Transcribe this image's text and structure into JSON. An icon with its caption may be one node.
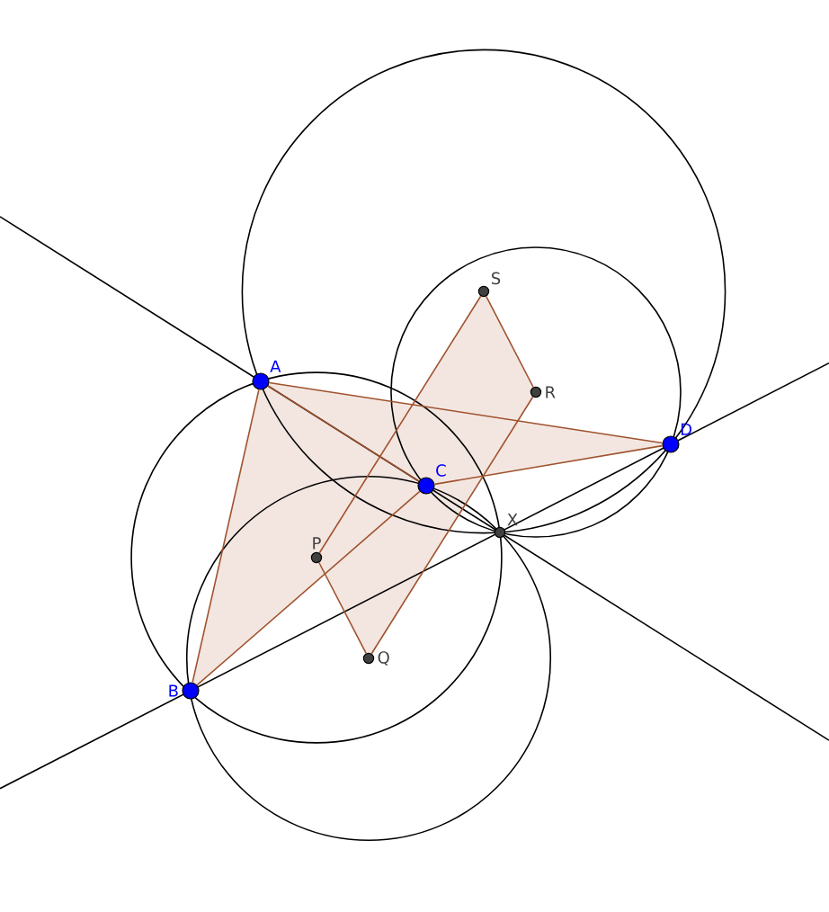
{
  "diagram": {
    "nodes": [
      {
        "text": [
          "S"
        ]
      },
      {
        "text": [
          "R"
        ]
      },
      {
        "text": [
          "A"
        ]
      },
      {
        "text": [
          "D"
        ]
      },
      {
        "text": [
          "C"
        ]
      },
      {
        "text": [
          "X"
        ]
      },
      {
        "text": [
          "P"
        ]
      },
      {
        "text": [
          "Q"
        ]
      },
      {
        "text": [
          "B"
        ]
      }
    ],
    "edges": [
      {
        "from": 2,
        "to": 8,
        "arrow": "none"
      },
      {
        "from": 8,
        "to": 4,
        "arrow": "none"
      },
      {
        "from": 4,
        "to": 2,
        "arrow": "none"
      },
      {
        "from": 2,
        "to": 3,
        "arrow": "none"
      },
      {
        "from": 3,
        "to": 4,
        "arrow": "none"
      },
      {
        "from": 6,
        "to": 0,
        "arrow": "none"
      },
      {
        "from": 0,
        "to": 1,
        "arrow": "none"
      },
      {
        "from": 1,
        "to": 7,
        "arrow": "none"
      },
      {
        "from": 7,
        "to": 6,
        "arrow": "none"
      }
    ]
  }
}
